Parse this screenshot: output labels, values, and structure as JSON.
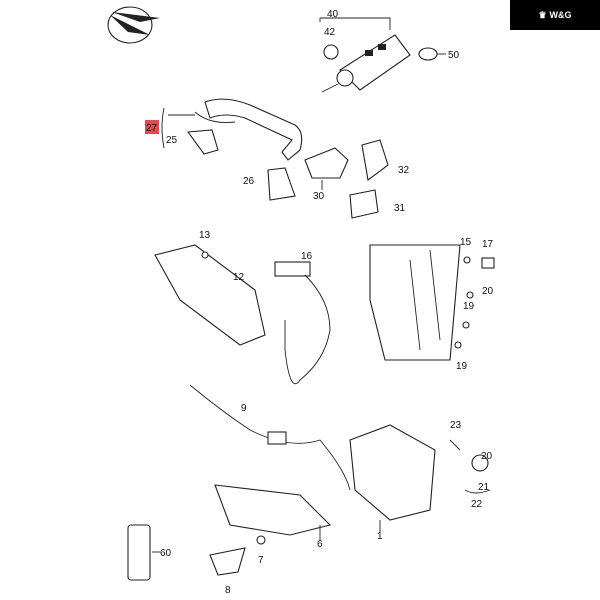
{
  "badge": {
    "text": "W&G",
    "icon": "crown-icon"
  },
  "highlight_color": "#e8474c",
  "callouts": {
    "c40": "40",
    "c42": "42",
    "c50": "50",
    "c27": "27",
    "c25": "25",
    "c26": "26",
    "c30": "30",
    "c32": "32",
    "c31": "31",
    "c13": "13",
    "c12": "12",
    "c16": "16",
    "c15": "15",
    "c17": "17",
    "c20a": "20",
    "c19a": "19",
    "c19b": "19",
    "c9": "9",
    "c23": "23",
    "c20b": "20",
    "c21": "21",
    "c22": "22",
    "c1": "1",
    "c6": "6",
    "c7": "7",
    "c8": "8",
    "c60": "60"
  }
}
